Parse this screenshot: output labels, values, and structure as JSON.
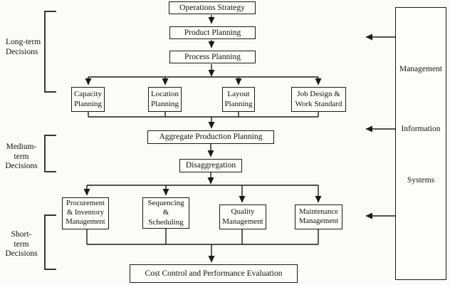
{
  "flowchart": {
    "boxes": {
      "operations_strategy": "Operations Strategy",
      "product_planning": "Product Planning",
      "process_planning": "Process Planning",
      "capacity_planning": "Capacity\nPlanning",
      "location_planning": "Location\nPlanning",
      "layout_planning": "Layout\nPlanning",
      "job_design": "Job Design &\nWork Standard",
      "aggregate_production_planning": "Aggregate Production Planning",
      "disaggregation": "Disaggregation",
      "procurement_inventory": "Procurement\n& Inventory\nManagement",
      "sequencing_scheduling": "Sequencing\n&\nScheduling",
      "quality_management": "Quality\nManagement",
      "maintenance_management": "Maintenance\nManagement",
      "cost_control": "Cost Control and Performance Evaluation"
    },
    "group_labels": {
      "long_term": "Long-term\nDecisions",
      "medium_term": "Medium-\nterm\nDecisions",
      "short_term": "Short-\nterm\nDecisions"
    },
    "mis_box": {
      "word1": "Management",
      "word2": "Information",
      "word3": "Systems"
    },
    "colors": {
      "line": "#1a1a1a",
      "background": "#fbfbf9",
      "box_background": "#fdfdfb"
    }
  }
}
